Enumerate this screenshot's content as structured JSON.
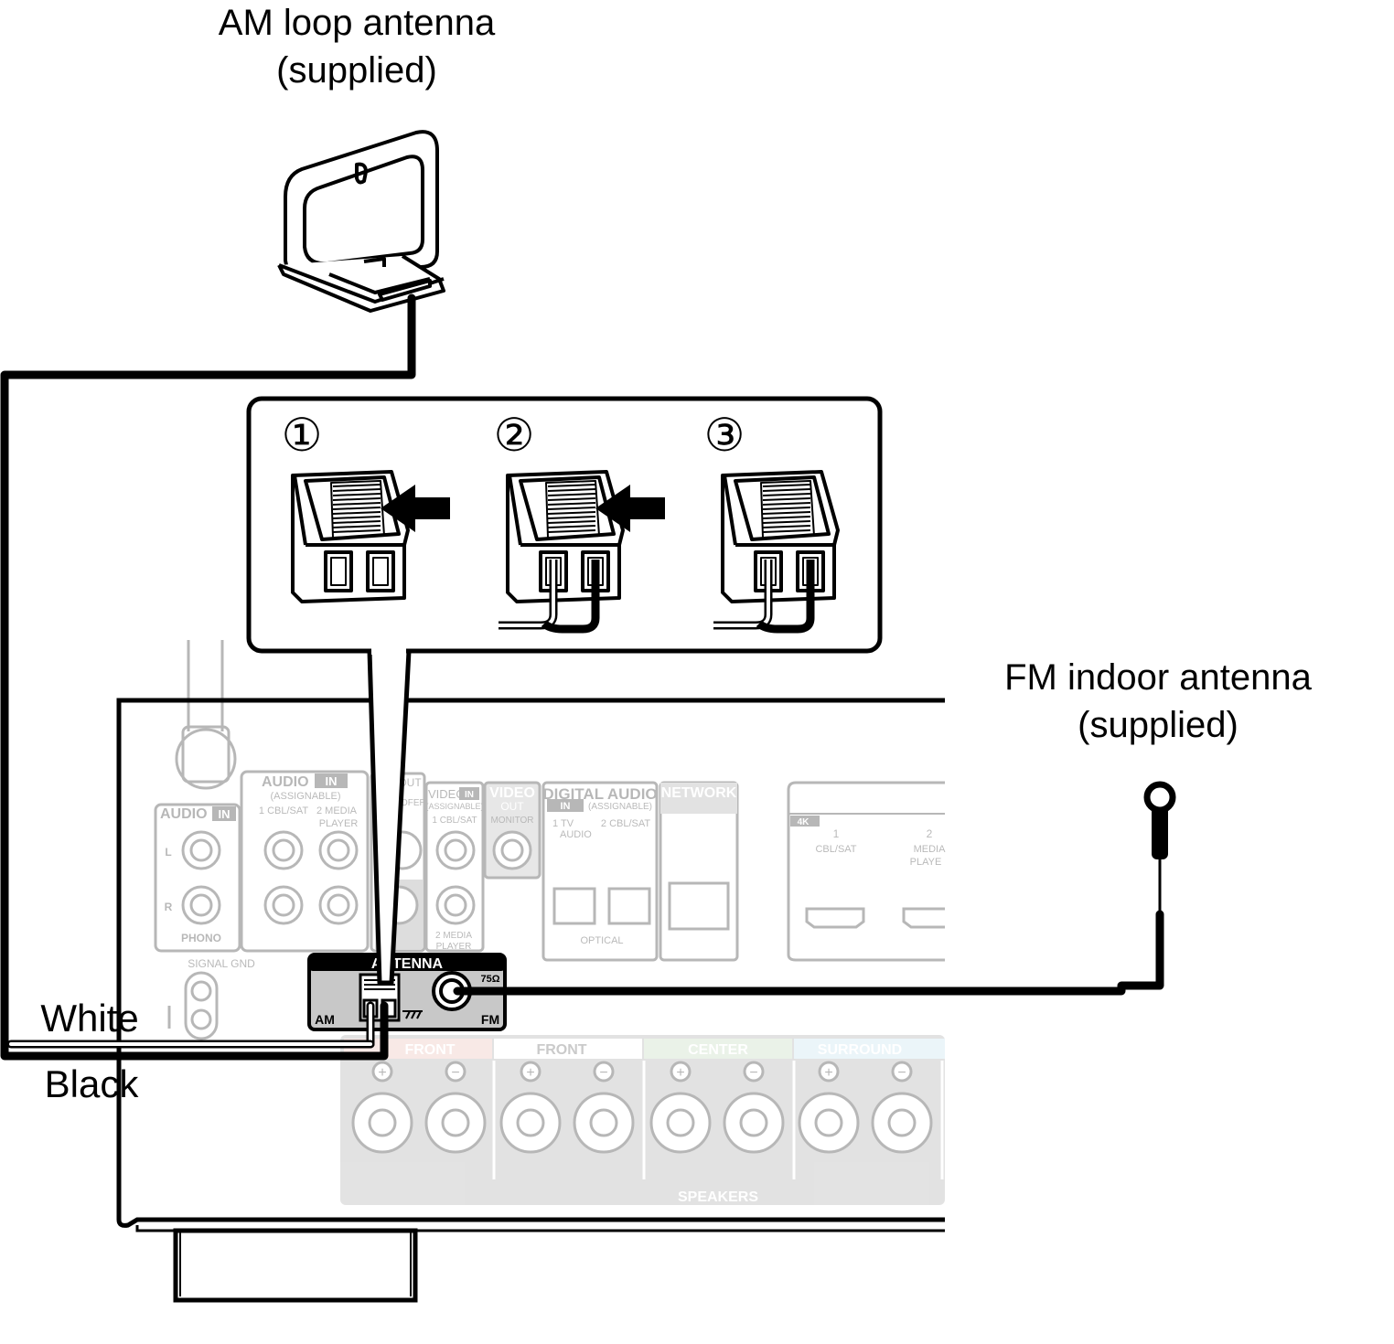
{
  "labels": {
    "am_antenna_line1": "AM loop antenna",
    "am_antenna_line2": "(supplied)",
    "fm_antenna_line1": "FM indoor antenna",
    "fm_antenna_line2": "(supplied)",
    "wire_white": "White",
    "wire_black": "Black"
  },
  "steps": [
    "①",
    "②",
    "③"
  ],
  "panel": {
    "audio_in_assignable": "AUDIO",
    "in": "IN",
    "assignable": "(ASSIGNABLE)",
    "cbl_sat_1": "1 CBL/SAT",
    "media_player_2": "2 MEDIA",
    "player": "PLAYER",
    "audio_in_phono": "AUDIO",
    "phono": "PHONO",
    "l": "L",
    "r": "R",
    "signal_gnd": "SIGNAL GND",
    "pre_out": "OUT",
    "subwoofer": "OOFER",
    "video_in": "VIDEO",
    "video_in_assignable": "(ASSIGNABLE)",
    "video_cbl_sat": "1 CBL/SAT",
    "video_media": "2 MEDIA",
    "video_player": "PLAYER",
    "video_out": "VIDEO",
    "out": "OUT",
    "monitor": "MONITOR",
    "digital_audio": "DIGITAL AUDIO",
    "digital_assignable": "(ASSIGNABLE)",
    "tv_audio_1": "1   TV",
    "tv_audio_2": "AUDIO",
    "cbl_sat_2": "2 CBL/SAT",
    "optical": "OPTICAL",
    "network": "NETWORK",
    "hdmi_4k": "4K",
    "hdmi_1": "1",
    "hdmi_cbl_sat": "CBL/SAT",
    "hdmi_2": "2",
    "hdmi_media": "MEDIA",
    "hdmi_player": "PLAYE",
    "antenna": "ANTENNA",
    "am": "AM",
    "fm": "FM",
    "ohm": "75Ω",
    "front_r": "FRONT",
    "front_l": "FRONT",
    "center": "CENTER",
    "surround_r": "SURROUND",
    "speakers": "SPEAKERS",
    "plus": "+",
    "minus": "−"
  },
  "colors": {
    "ink": "#000000",
    "panel_gray": "#c8c8c8",
    "panel_light": "#e6e6e6",
    "front_r": "#e8b4a8",
    "center": "#b5d3b0",
    "surround_r": "#b8dceb"
  }
}
